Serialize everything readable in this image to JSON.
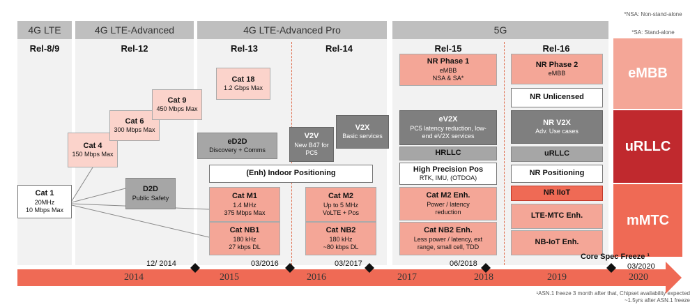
{
  "headers": [
    "4G LTE",
    "4G LTE-Advanced",
    "4G LTE-Advanced Pro",
    "5G"
  ],
  "releases": [
    "Rel-8/9",
    "Rel-12",
    "Rel-13",
    "Rel-14",
    "Rel-15",
    "Rel-16"
  ],
  "notes": {
    "nsa": "*NSA: Non-stand-alone",
    "sa": "*SA: Stand-alone",
    "footnote": "¹ASN.1 freeze 3 month after that, Chipset availability expected ~1.5yrs after ASN.1 freeze"
  },
  "boxes": {
    "cat1": {
      "title": "Cat 1",
      "l1": "20MHz",
      "l2": "10 Mbps Max"
    },
    "cat4": {
      "title": "Cat 4",
      "l1": "150 Mbps Max"
    },
    "cat6": {
      "title": "Cat 6",
      "l1": "300 Mbps Max"
    },
    "cat9": {
      "title": "Cat 9",
      "l1": "450 Mbps Max"
    },
    "d2d": {
      "title": "D2D",
      "l1": "Public Safety"
    },
    "cat18": {
      "title": "Cat 18",
      "l1": "1.2 Gbps Max"
    },
    "ed2d": {
      "title": "eD2D",
      "l1": "Discovery + Comms"
    },
    "indoor": {
      "title": "(Enh) Indoor Positioning"
    },
    "catm1": {
      "title": "Cat M1",
      "l1": "1.4 MHz",
      "l2": "375 Mbps Max"
    },
    "catnb1": {
      "title": "Cat NB1",
      "l1": "180 kHz",
      "l2": "27 kbps DL"
    },
    "v2v": {
      "title": "V2V",
      "l1": "New B47 for",
      "l2": "PC5"
    },
    "v2x": {
      "title": "V2X",
      "l1": "Basic services"
    },
    "catm2": {
      "title": "Cat M2",
      "l1": "Up to 5 MHz",
      "l2": "VoLTE + Pos"
    },
    "catnb2": {
      "title": "Cat NB2",
      "l1": "180 kHz",
      "l2": "~80 kbps DL"
    },
    "nr1": {
      "title": "NR Phase 1",
      "l1": "eMBB",
      "l2": "NSA & SA*"
    },
    "ev2x": {
      "title": "eV2X",
      "l1": "PC5 latency reduction, low-",
      "l2": "end eV2X services"
    },
    "hrllc": {
      "title": "HRLLC"
    },
    "hpp": {
      "title": "High Precision Pos",
      "l1": "RTK, IMU, (OTDOA)"
    },
    "catm2e": {
      "title": "Cat M2 Enh.",
      "l1": "Power / latency",
      "l2": "reduction"
    },
    "catnb2e": {
      "title": "Cat NB2 Enh.",
      "l1": "Less power / latency, ext",
      "l2": "range, small cell, TDD"
    },
    "nr2": {
      "title": "NR Phase 2",
      "l1": "eMBB"
    },
    "nru": {
      "title": "NR Unlicensed"
    },
    "nrv2x": {
      "title": "NR V2X",
      "l1": "Adv. Use cases"
    },
    "urllc": {
      "title": "uRLLC"
    },
    "nrpos": {
      "title": "NR Positioning"
    },
    "nriiot": {
      "title": "NR IIoT"
    },
    "ltemtc": {
      "title": "LTE-MTC Enh."
    },
    "nbiot": {
      "title": "NB-IoT Enh."
    }
  },
  "categories": {
    "embb": "eMBB",
    "urllc": "uRLLC",
    "mmtc": "mMTC",
    "embb_color": "#f4a697",
    "urllc_color": "#c0292e",
    "mmtc_color": "#ef6a55"
  },
  "timeline": {
    "years": [
      "2014",
      "2015",
      "2016",
      "2017",
      "2018",
      "2019",
      "2020"
    ],
    "dates": [
      "12/ 2014",
      "03/2016",
      "03/2017",
      "06/2018"
    ],
    "freeze_label": "Core Spec Freeze ¹",
    "freeze_date": "03/2020",
    "arrow_color": "#ef6a55"
  }
}
